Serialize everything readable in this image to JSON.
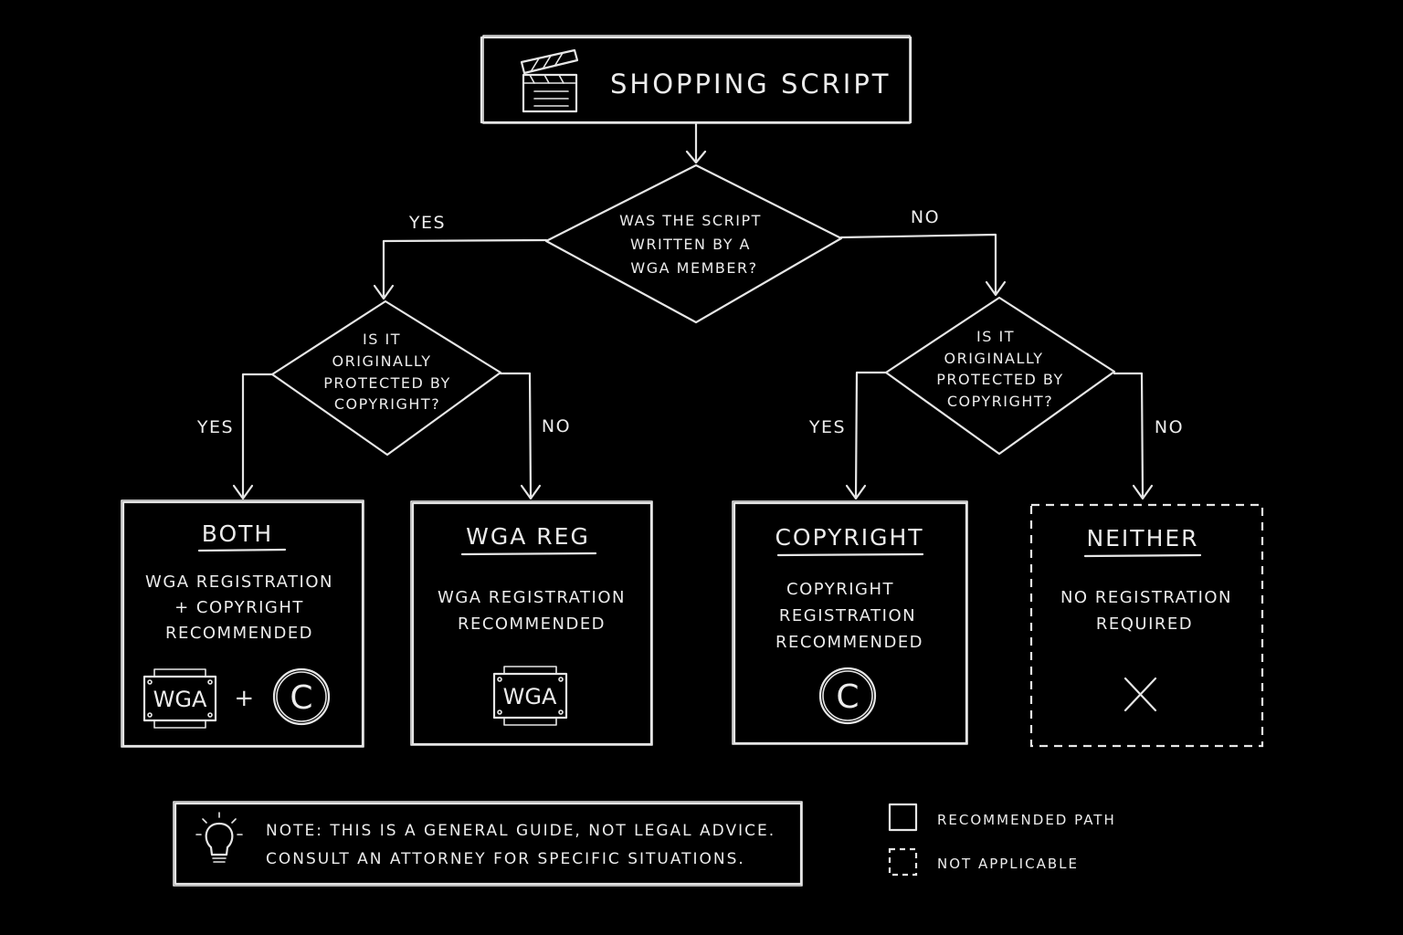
{
  "title": "SHOPPING SCRIPT",
  "questions": {
    "root": [
      "WAS THE SCRIPT",
      "WRITTEN BY A",
      "WGA MEMBER?"
    ],
    "left": [
      "IS IT",
      "ORIGINALLY",
      "PROTECTED BY",
      "COPYRIGHT?"
    ],
    "right": [
      "IS IT",
      "ORIGINALLY",
      "PROTECTED BY",
      "COPYRIGHT?"
    ]
  },
  "branches": {
    "root_yes": "YES",
    "root_no": "NO",
    "left_yes": "YES",
    "left_no": "NO",
    "right_yes": "YES",
    "right_no": "NO"
  },
  "outcomes": [
    {
      "heading": "BOTH",
      "lines": [
        "WGA REGISTRATION",
        "+ COPYRIGHT",
        "RECOMMENDED"
      ],
      "icon_text": "WGA",
      "plus": "+",
      "copyright_symbol": "C",
      "icons": [
        "wga-badge-icon",
        "plus-icon",
        "copyright-icon"
      ],
      "style": "recommended"
    },
    {
      "heading": "WGA REG",
      "lines": [
        "WGA REGISTRATION",
        "RECOMMENDED"
      ],
      "icon_text": "WGA",
      "icons": [
        "wga-badge-icon"
      ],
      "style": "recommended"
    },
    {
      "heading": "COPYRIGHT",
      "lines": [
        "COPYRIGHT",
        "REGISTRATION",
        "RECOMMENDED"
      ],
      "copyright_symbol": "C",
      "icons": [
        "copyright-icon"
      ],
      "style": "recommended"
    },
    {
      "heading": "NEITHER",
      "lines": [
        "NO REGISTRATION",
        "REQUIRED"
      ],
      "icons": [
        "x-icon"
      ],
      "style": "not-applicable"
    }
  ],
  "note": {
    "icon": "lightbulb-icon",
    "lines": [
      "NOTE: THIS IS A GENERAL GUIDE, NOT LEGAL ADVICE.",
      "CONSULT AN ATTORNEY FOR SPECIFIC SITUATIONS."
    ]
  },
  "legend": {
    "recommended": "RECOMMENDED PATH",
    "not_applicable": "NOT APPLICABLE"
  },
  "colors": {
    "background": "#000000",
    "stroke": "#e6e6e6"
  }
}
